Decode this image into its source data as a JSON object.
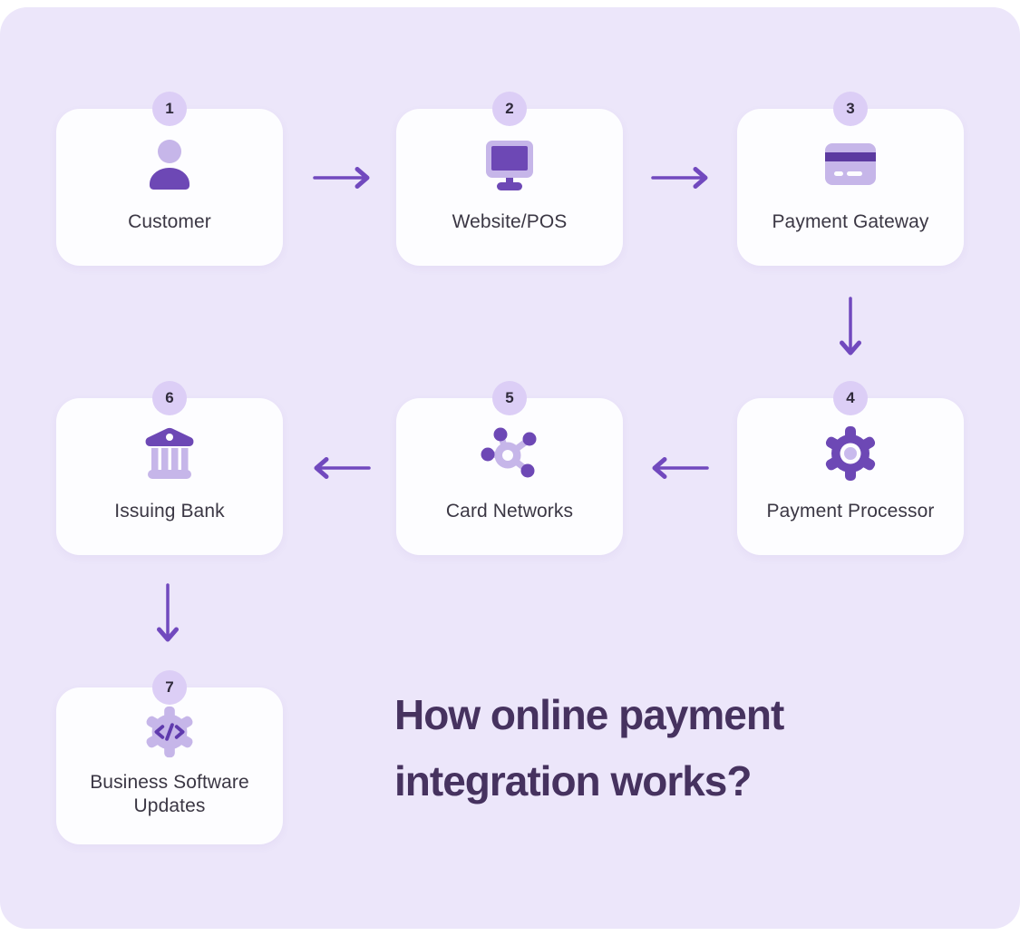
{
  "title": {
    "line1": "How online payment",
    "line2": "integration works?"
  },
  "steps": [
    {
      "number": "1",
      "label": "Customer",
      "icon": "person-icon"
    },
    {
      "number": "2",
      "label": "Website/POS",
      "icon": "monitor-icon"
    },
    {
      "number": "3",
      "label": "Payment Gateway",
      "icon": "credit-card-icon"
    },
    {
      "number": "4",
      "label": "Payment Processor",
      "icon": "gear-icon"
    },
    {
      "number": "5",
      "label": "Card Networks",
      "icon": "network-icon"
    },
    {
      "number": "6",
      "label": "Issuing Bank",
      "icon": "bank-icon"
    },
    {
      "number": "7",
      "label": "Business Software Updates",
      "icon": "gear-code-icon"
    }
  ],
  "flow_arrows": [
    {
      "from": "1",
      "to": "2",
      "direction": "right"
    },
    {
      "from": "2",
      "to": "3",
      "direction": "right"
    },
    {
      "from": "3",
      "to": "4",
      "direction": "down"
    },
    {
      "from": "4",
      "to": "5",
      "direction": "left"
    },
    {
      "from": "5",
      "to": "6",
      "direction": "left"
    },
    {
      "from": "6",
      "to": "7",
      "direction": "down"
    }
  ],
  "colors": {
    "background": "#ECE6FA",
    "card": "#FDFDFF",
    "badge": "#DCCEF6",
    "badge_text": "#2F2A3B",
    "icon_dark": "#6D48B5",
    "icon_darker": "#5C3AA0",
    "icon_light": "#C6B6E9",
    "arrow": "#7149BE",
    "label_text": "#3B3744",
    "title_text": "#46325F"
  }
}
